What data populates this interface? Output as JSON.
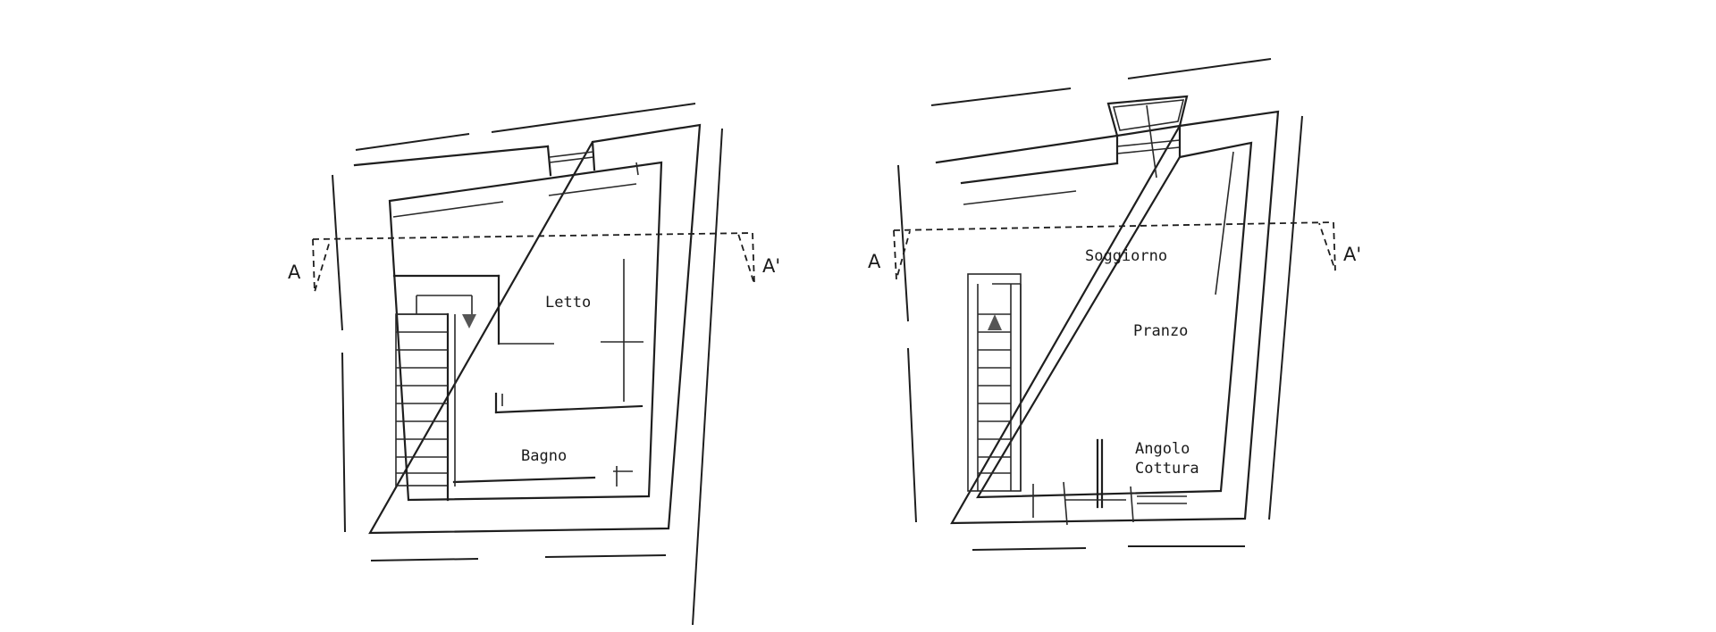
{
  "plan_left": {
    "rooms": [
      {
        "name": "Letto"
      },
      {
        "name": "Bagno"
      }
    ],
    "section_left": "A",
    "section_right": "A'",
    "stair_direction": "down"
  },
  "plan_right": {
    "rooms": [
      {
        "name": "Soggiorno"
      },
      {
        "name": "Pranzo"
      },
      {
        "name": "Angolo"
      },
      {
        "name": "Cottura"
      }
    ],
    "section_left": "A",
    "section_right": "A'",
    "stair_direction": "up"
  },
  "colors": {
    "line": "#1e1e1e",
    "arrow": "#555555",
    "background": "#ffffff"
  }
}
